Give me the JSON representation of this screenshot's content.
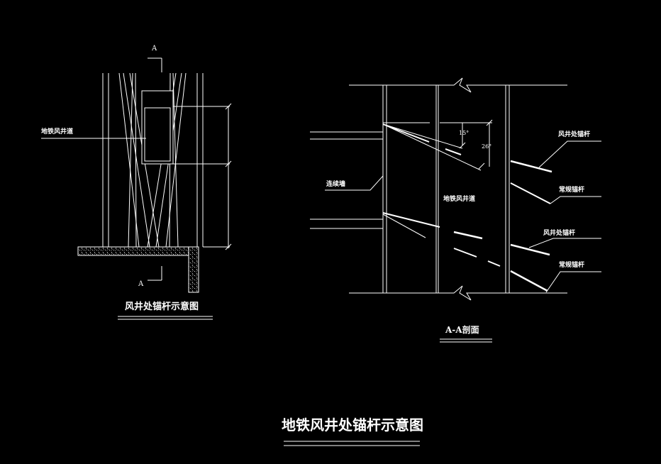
{
  "left_view": {
    "section_mark_top": "A",
    "section_mark_bottom": "A",
    "label_shaft": "地铁风井道",
    "caption": "风井处锚杆示意图"
  },
  "right_view": {
    "label_wall": "连续墙",
    "label_shaft": "地铁风井道",
    "angle_1": "15°",
    "angle_2": "26°",
    "label_anchor_1": "风井处锚杆",
    "label_anchor_2": "常规锚杆",
    "label_anchor_3": "风井处锚杆",
    "label_anchor_4": "常规锚杆",
    "caption": "A-A剖面"
  },
  "main_title": "地铁风井处锚杆示意图",
  "colors": {
    "background": "#000000",
    "line": "#ffffff"
  }
}
